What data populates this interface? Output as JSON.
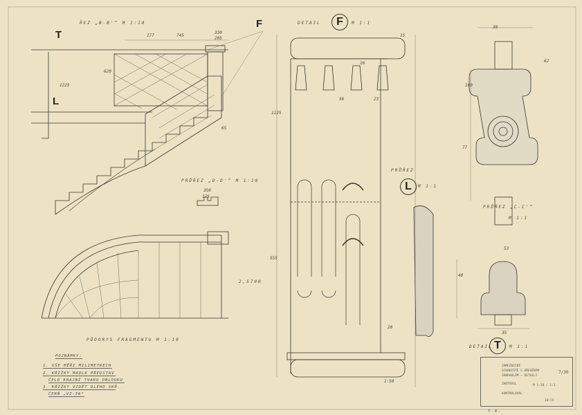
{
  "sections": {
    "section_bb": "ŘEZ „B-B'“ M 1:10",
    "detail_f": "DETAIL",
    "detail_f_scale": "M 1:1",
    "detail_f_letter": "F",
    "section_dd": "PRŮŘEZ „D-D'“ M 1:10",
    "section_l": "PRŮŘEZ",
    "section_l_letter": "L",
    "section_l_scale": "M 1:1",
    "section_cc": "PRŮŘEZ „C-C'“",
    "section_cc_scale": "M 1:1",
    "plan_fragment": "PŮDORYS FRAGMENTU M 1:10",
    "detail_t": "DETAIL",
    "detail_t_letter": "T",
    "detail_t_scale": "M 1:1",
    "marker_t": "T",
    "marker_l": "L",
    "marker_f": "F",
    "level": "2,5700"
  },
  "notes": {
    "title": "POZNÁMKY:",
    "lines": [
      "1. VŠE MĚŘI MILIMETRECH",
      "2. KŘÍŽKY MADLA PŘEDSTAV",
      "ČELO KRAJNÍ TVARU OBLOUKU",
      "3. KŘÍŽKY VIDĚT DLEHO SKŘ.",
      "ČERŇ „VZ-36“"
    ]
  },
  "title_block": {
    "line1": "ZÁMEČNICKÉ",
    "line2": "SCHODIŠTĚ S DŘEVĚNÝM",
    "line3": "ZÁBRADLÍM – DETAILY",
    "sheet": "7/30",
    "drawn": "ZHOTOVIL",
    "checked": "KONTROLOVAL",
    "scale": "M 1:10 / 1:1",
    "date": "10-55"
  },
  "dimensions": [
    "177",
    "745",
    "330",
    "205",
    "1225",
    "620",
    "555",
    "65",
    "15",
    "56",
    "16",
    "23",
    "1125",
    "350",
    "175",
    "20",
    "53",
    "77",
    "160",
    "30",
    "62",
    "40",
    "35",
    "1:50"
  ],
  "footer_mark": "T.R."
}
